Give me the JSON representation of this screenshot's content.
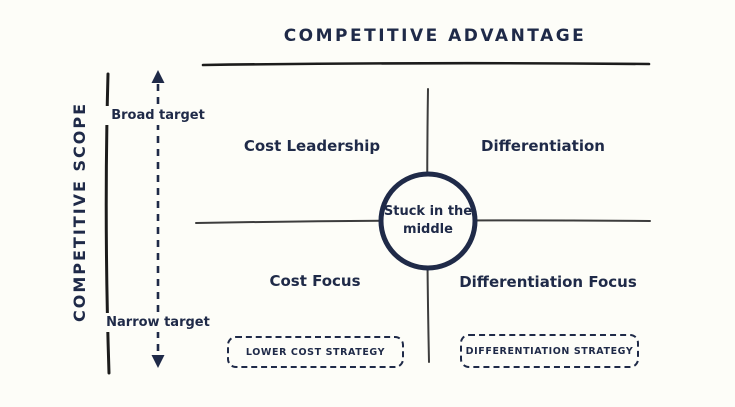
{
  "colors": {
    "background": "#fdfdf8",
    "ink_navy": "#1f2a48",
    "axis_black": "#1c1c1c",
    "grid_gray": "#3d3d3d"
  },
  "title": "COMPETITIVE ADVANTAGE",
  "scope_axis": {
    "label": "COMPETITIVE SCOPE",
    "broad_label": "Broad target",
    "narrow_label": "Narrow target"
  },
  "quadrants": {
    "top_left": "Cost Leadership",
    "top_right": "Differentiation",
    "bottom_left": "Cost Focus",
    "bottom_right": "Differentiation Focus"
  },
  "center_circle": "Stuck in the middle",
  "strategy_boxes": {
    "lower_cost": "LOWER COST STRATEGY",
    "differentiation": "DIFFERENTIATION STRATEGY"
  }
}
